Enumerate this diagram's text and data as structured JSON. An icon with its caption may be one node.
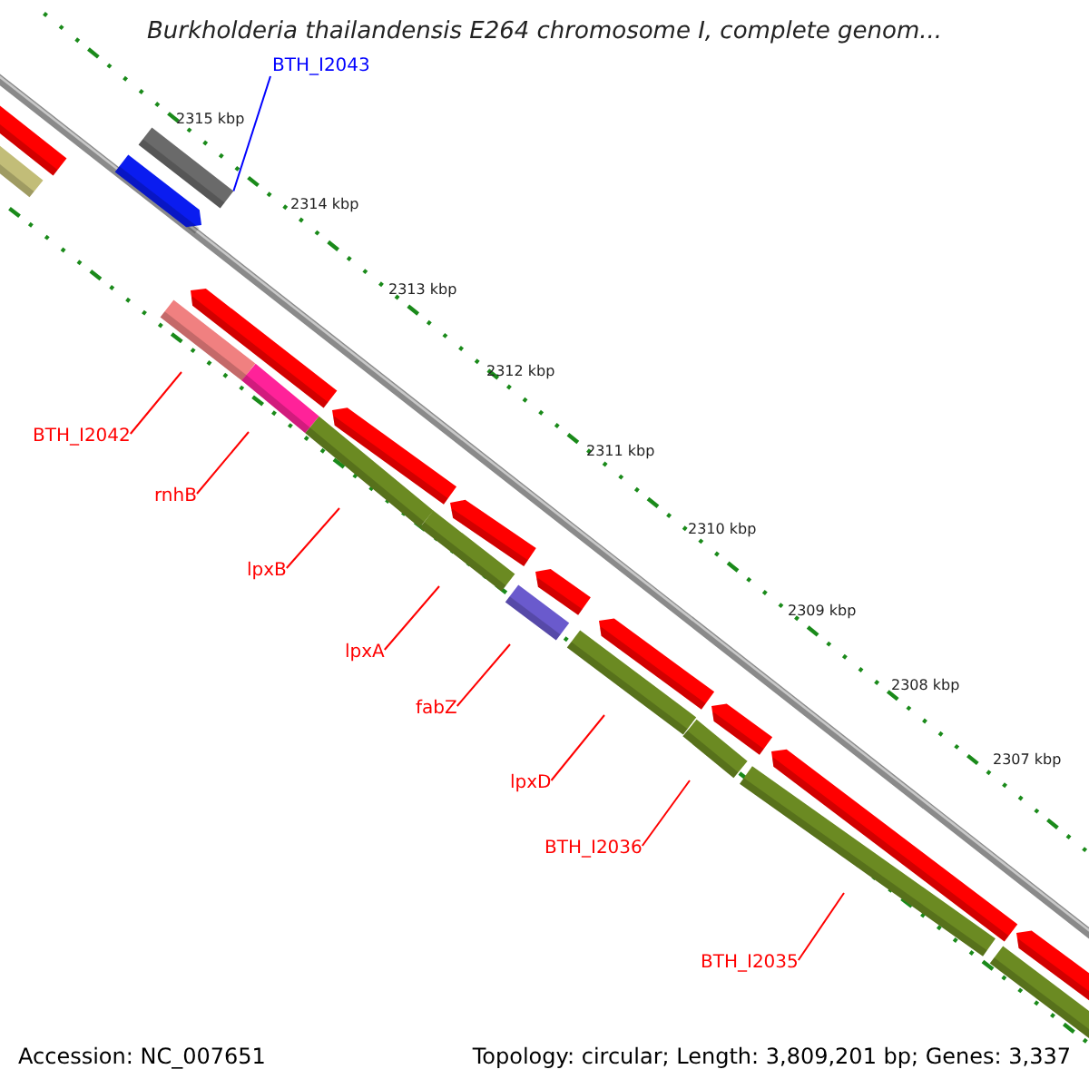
{
  "diagram": {
    "title": "Burkholderia thailandensis E264 chromosome I, complete genom...",
    "nodes": [
      {
        "text": [
          "BTH_I2043"
        ]
      },
      {
        "text": [
          "BTH_I2042"
        ]
      },
      {
        "text": [
          "rnhB"
        ]
      },
      {
        "text": [
          "lpxB"
        ]
      },
      {
        "text": [
          "lpxA"
        ]
      },
      {
        "text": [
          "fabZ"
        ]
      },
      {
        "text": [
          "lpxD"
        ]
      },
      {
        "text": [
          "BTH_I2036"
        ]
      },
      {
        "text": [
          "BTH_I2035"
        ]
      },
      {
        "text": [],
        "shape": "bar"
      }
    ],
    "edges": [
      {
        "from": 0,
        "to": 9,
        "arrow": "none",
        "color": "#0000ff"
      },
      {
        "from": 1,
        "to": null,
        "arrow": "none"
      },
      {
        "from": 2,
        "to": null,
        "arrow": "none"
      },
      {
        "from": 3,
        "to": null,
        "arrow": "none"
      },
      {
        "from": 4,
        "to": null,
        "arrow": "none"
      },
      {
        "from": 5,
        "to": null,
        "arrow": "none"
      },
      {
        "from": 6,
        "to": null,
        "arrow": "none"
      },
      {
        "from": 7,
        "to": null,
        "arrow": "none"
      },
      {
        "from": 8,
        "to": null,
        "arrow": "none"
      }
    ],
    "labels": [
      "2315 kbp",
      "2314 kbp",
      "2313 kbp",
      "2312 kbp",
      "2311 kbp",
      "2310 kbp",
      "2309 kbp",
      "2308 kbp",
      "2307 kbp",
      "Accession: NC_007651",
      "Topology: circular; Length: 3,809,201 bp; Genes: 3,337"
    ]
  }
}
